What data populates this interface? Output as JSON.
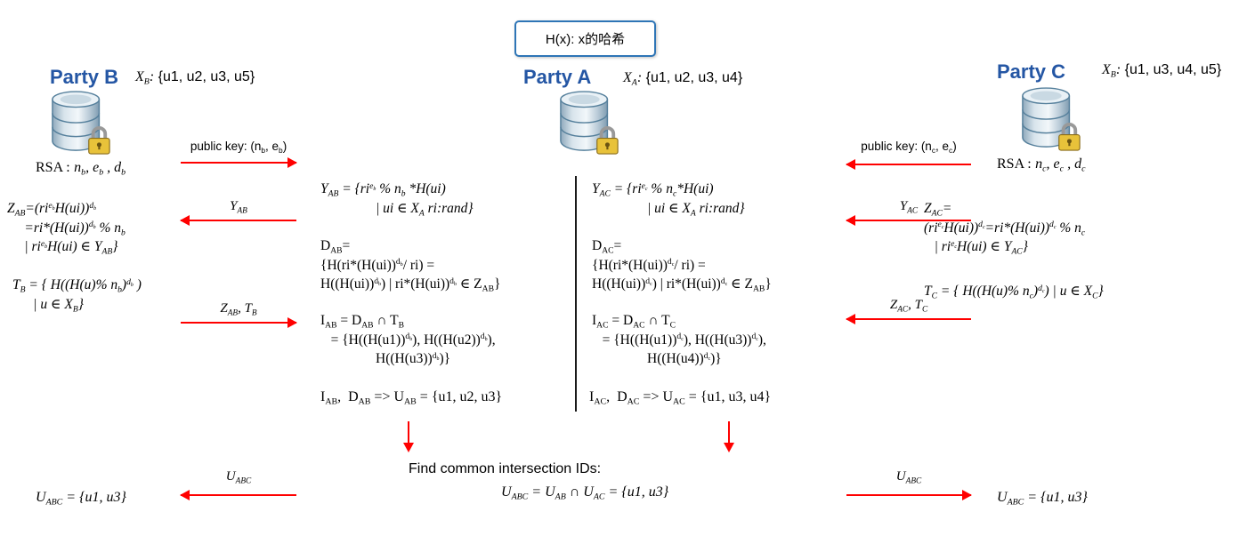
{
  "colors": {
    "party_title_blue": "#2456A4",
    "hash_box_border": "#2E75B6",
    "arrow_red": "#FF0000",
    "database_icon_blue": "#56809C",
    "padlock_gold": "#E8C23A"
  },
  "icons": {
    "database": "database-icon (cylinder stack)",
    "padlock": "padlock-icon (gold lock)"
  },
  "hash_box": {
    "label": "H(x): x的哈希"
  },
  "party_b": {
    "title": "Party B",
    "set_var": "X_{B}:",
    "set_vals": "{u1, u2, u3, u5}",
    "rsa_label": "RSA :",
    "rsa_vals": "n_{b}, e_{b} , d_{b}",
    "z_formula": "Z_{AB}=(ri^{e_{b}}H(ui))^{d_{b}}\n     =ri*(H(ui))^{d_{b}} % n_{b}\n     | ri^{e_{b}}H(ui) ∈ Y_{AB}}",
    "t_formula": "T_{B} = { H((H(u)% n_{b})^{d_{b}} )\n      | u ∈ X_{B}}",
    "u_result": "U_{ABC} = {u1, u3}"
  },
  "party_a": {
    "title": "Party A",
    "set_var": "X_{A}:",
    "set_vals": "{u1, u2, u3, u4}",
    "left": {
      "y_formula": "Y_{AB} = {ri^{e_{b}} % n_{b} *H(ui)\n                | ui ∈ X_{A} ri:rand}",
      "d_formula": "D_{AB}=\n{H(ri*(H(ui))^{d_{b}}/ ri) =\nH((H(ui))^{d_{b}}) | ri*(H(ui))^{d_{b}} ∈ Z_{AB}}",
      "i_formula": "I_{AB} = D_{AB} ∩ T_{B}\n   = {H((H(u1))^{d_{b}}), H((H(u2))^{d_{b}}),\n                H((H(u3))^{d_{b}})}",
      "u_formula": "I_{AB},  D_{AB} => U_{AB} = {u1, u2, u3}"
    },
    "right": {
      "y_formula": "Y_{AC} = {ri^{e_{c}} % n_{c}*H(ui)\n                | ui ∈ X_{A} ri:rand}",
      "d_formula": "D_{AC}=\n{H(ri*(H(ui))^{d_{c}}/ ri) =\nH((H(ui))^{d_{c}}) | ri*(H(ui))^{d_{c}} ∈ Z_{AB}}",
      "i_formula": "I_{AC} = D_{AC} ∩ T_{C}\n   = {H((H(u1))^{d_{c}}), H((H(u3))^{d_{c}}),\n                H((H(u4))^{d_{c}})}",
      "u_formula": "I_{AC},  D_{AC} => U_{AC} = {u1, u3, u4}"
    }
  },
  "party_c": {
    "title": "Party C",
    "set_var": "X_{B}:",
    "set_vals": "{u1, u3, u4, u5}",
    "rsa_label": "RSA :",
    "rsa_vals": "n_{c}, e_{c} , d_{c}",
    "z_formula": "Z_{AC}=\n(ri^{e_{c}}H(ui))^{d_{c}}=ri*(H(ui))^{d_{c}} % n_{c}\n   | ri^{e_{c}}H(ui) ∈ Y_{AC}}",
    "t_formula": "T_{C} = { H((H(u)% n_{c})^{d_{c}}) | u ∈ X_{C}}",
    "u_result": "U_{ABC} = {u1, u3}"
  },
  "messages_ab": {
    "public_key": {
      "label": "public key: (n_{b}, e_{b})",
      "arrow_direction": "right"
    },
    "y": {
      "label": "Y_{AB}",
      "arrow_direction": "left"
    },
    "z_t": {
      "label": "Z_{AB}, T_{B}",
      "arrow_direction": "right"
    },
    "u": {
      "label": "U_{ABC}",
      "arrow_direction": "left"
    }
  },
  "messages_ac": {
    "public_key": {
      "label": "public key: (n_{c}, e_{c})",
      "arrow_direction": "left"
    },
    "y": {
      "label": "Y_{AC}",
      "arrow_direction": "left"
    },
    "z_t": {
      "label": "Z_{AC}, T_{C}",
      "arrow_direction": "left"
    },
    "u": {
      "label": "U_{ABC}",
      "arrow_direction": "right"
    }
  },
  "bottom": {
    "caption": "Find common intersection IDs:",
    "result": "U_{ABC} = U_{AB} ∩ U_{AC} = {u1, u3}"
  }
}
